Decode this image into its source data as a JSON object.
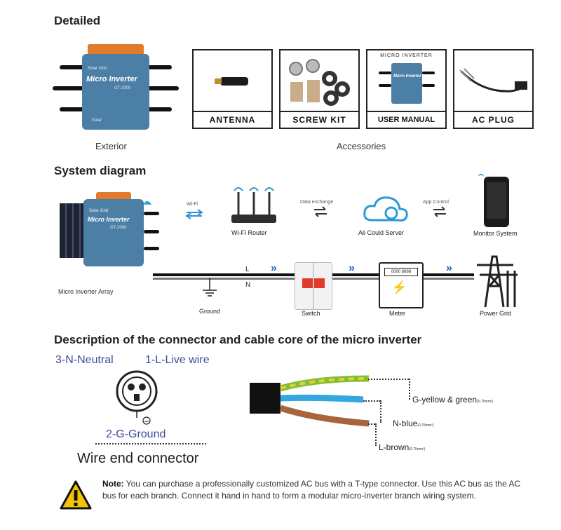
{
  "sections": {
    "detailed": "Detailed",
    "system": "System diagram",
    "connector": "Description of the connector and cable core of the micro inverter"
  },
  "exterior": {
    "caption": "Exterior",
    "inverter": {
      "line1": "Solar Grid",
      "line2": "Micro Inverter",
      "line3": "GT-2000",
      "brand": "Solar"
    }
  },
  "accessories": {
    "caption": "Accessories",
    "items": [
      {
        "label": "ANTENNA"
      },
      {
        "label": "SCREW KIT"
      },
      {
        "label": "USER MANUAL",
        "top_text": "MICRO INVERTER"
      },
      {
        "label": "AC PLUG"
      }
    ]
  },
  "system": {
    "wifi": "Wi-Fi",
    "router": "Wi-Fi Router",
    "data_exchange": "Data exchange",
    "server": "Ali Could Server",
    "app_control": "App Control",
    "monitor": "Monitor System",
    "array": "Micro Inverter Array",
    "line_L": "L",
    "line_N": "N",
    "ground": "Ground",
    "switch": "Switch",
    "meter": "Meter",
    "meter_display": "0000 8888",
    "grid": "Power Grid"
  },
  "connector": {
    "neutral": "3-N-Neutral",
    "live": "1-L-Live wire",
    "ground": "2-G-Ground",
    "wire_end": "Wire end connector",
    "wires": [
      {
        "name": "G-yellow & green",
        "spec": "(0.75mm²)"
      },
      {
        "name": "N-blue",
        "spec": "(0.75mm²)"
      },
      {
        "name": "L-brown",
        "spec": "(0.75mm²)"
      }
    ]
  },
  "note": {
    "label": "Note:",
    "text": "You can purchase a professionally customized AC bus with a T-type connector. Use this AC bus as the AC bus for each branch. Connect it hand in hand to form a modular micro-inverter branch wiring system."
  },
  "colors": {
    "inverter_blue": "#4b7fa6",
    "handle_orange": "#e27a2c",
    "arrow_blue": "#1f63c4",
    "label_blue": "#3f4a9a"
  }
}
